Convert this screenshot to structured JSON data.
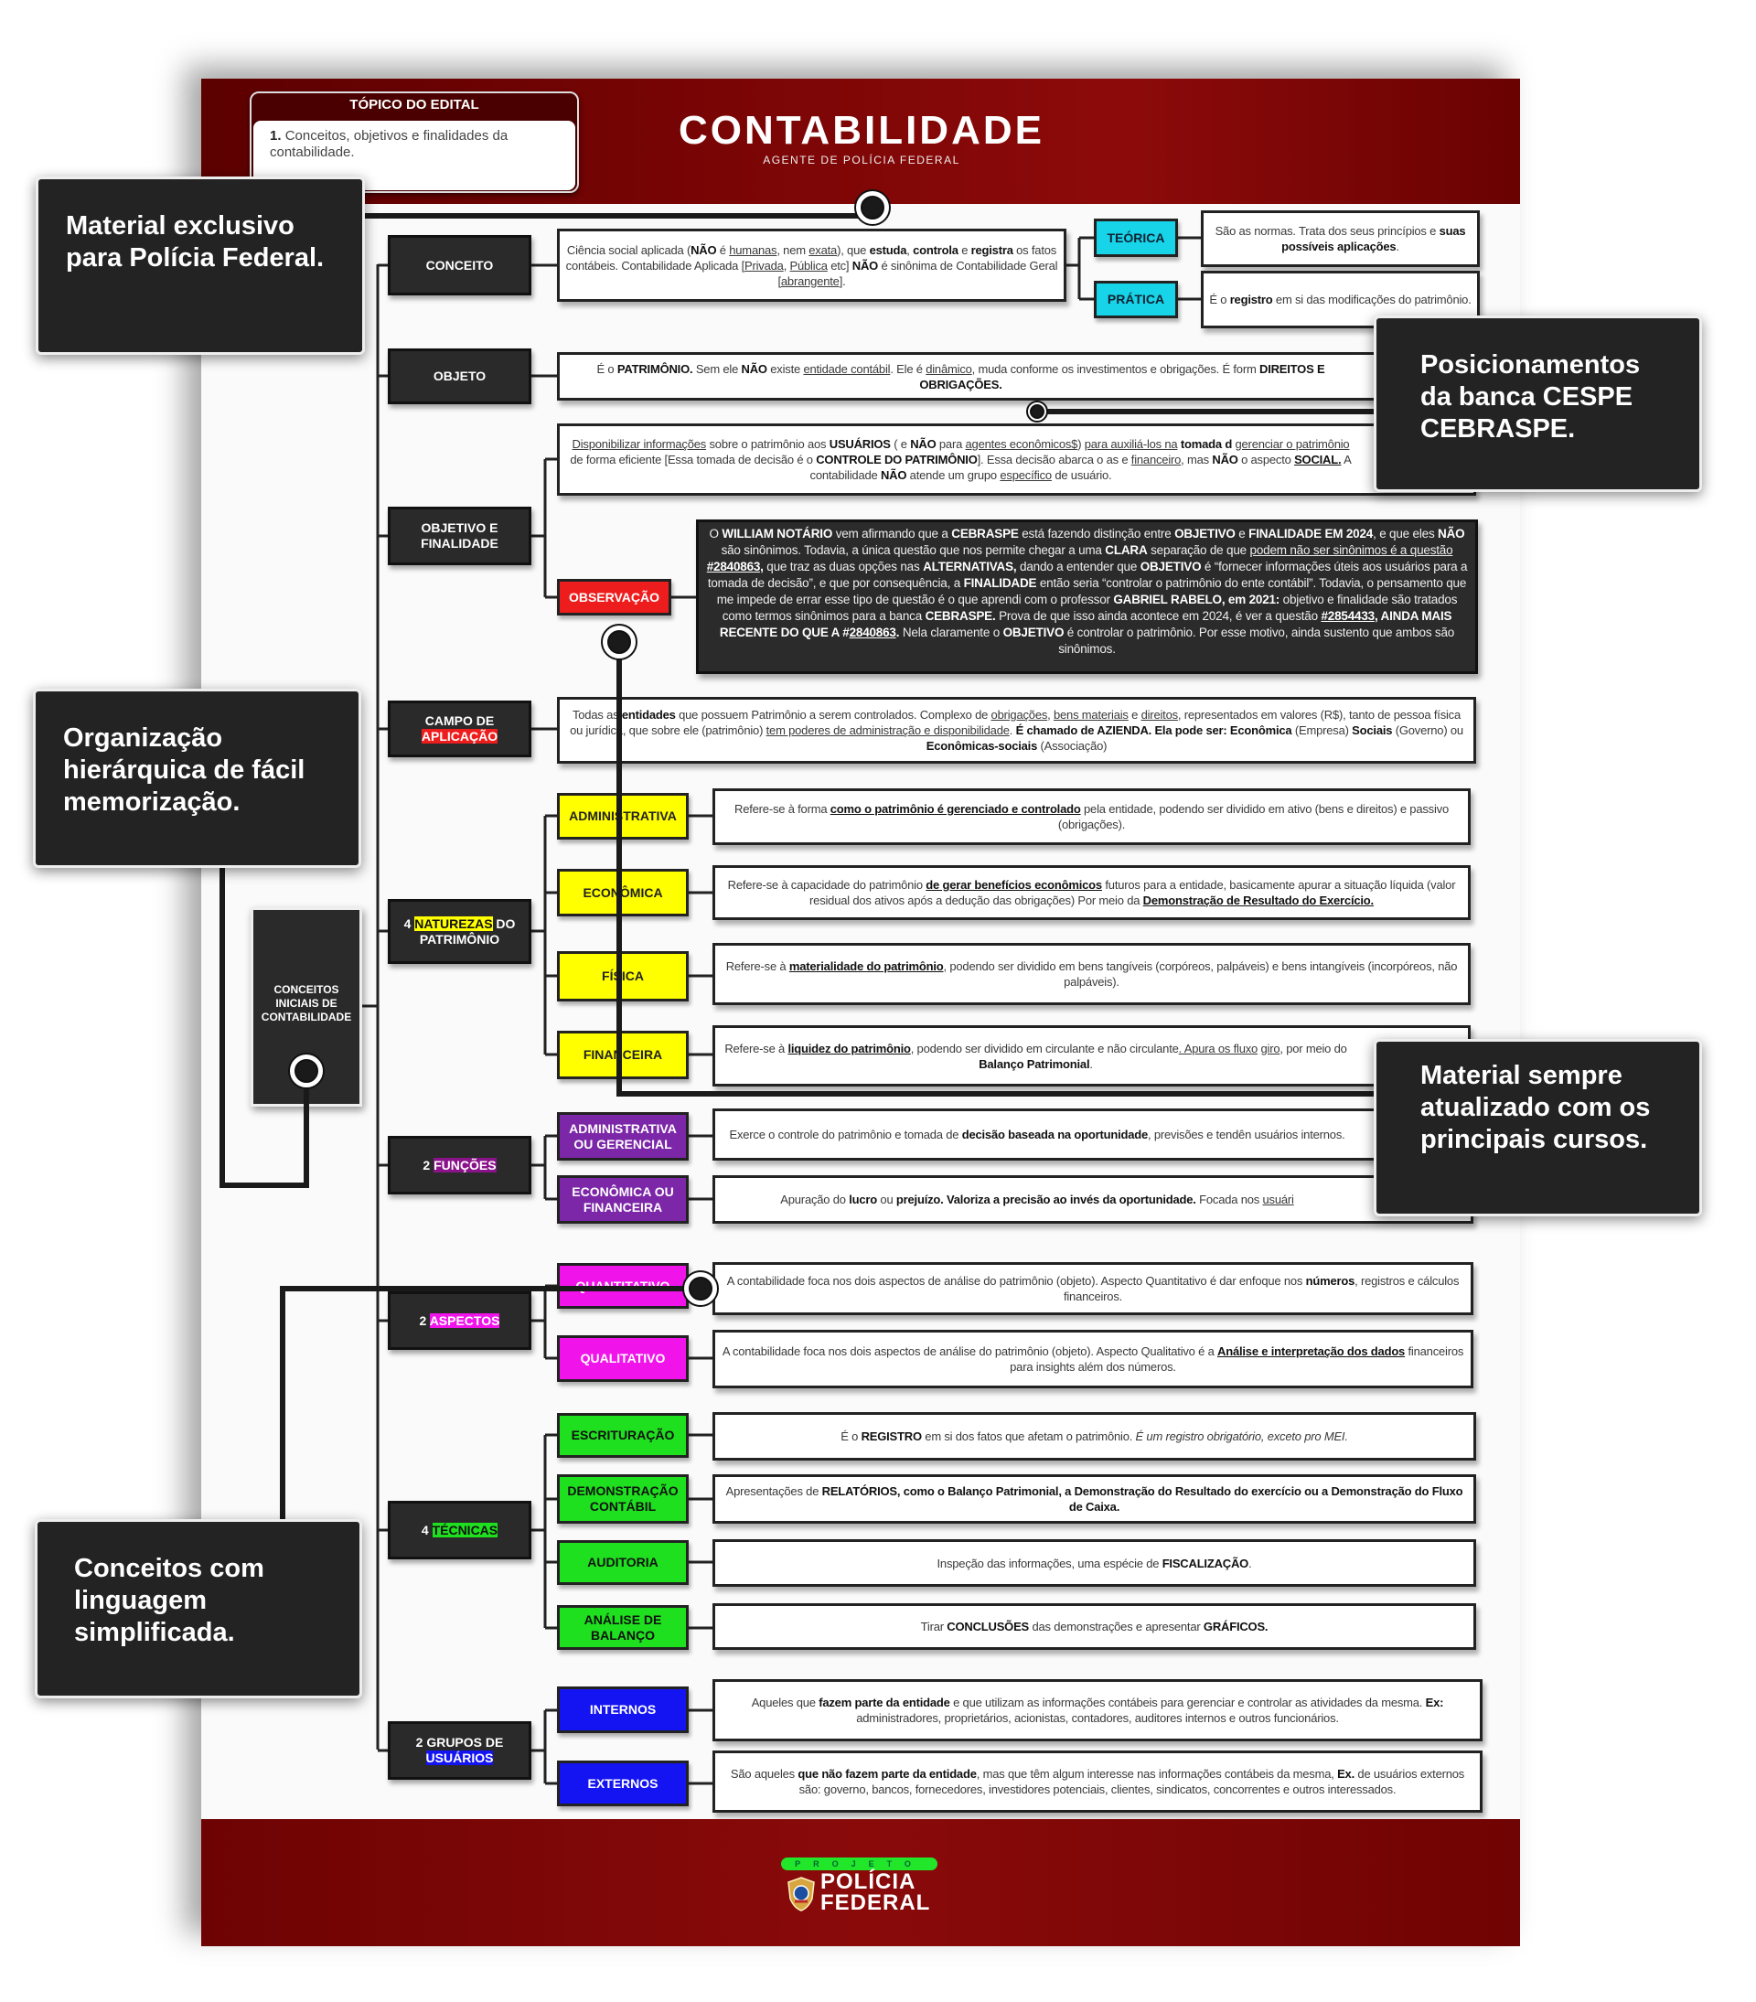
{
  "header": {
    "topic_title": "TÓPICO DO EDITAL",
    "topic_number": "1.",
    "topic_text": "Conceitos, objetivos e finalidades da contabilidade.",
    "title": "CONTABILIDADE",
    "subtitle": "AGENTE DE POLÍCIA FEDERAL"
  },
  "root": {
    "label": "CONCEITOS INICIAIS DE CONTABILIDADE"
  },
  "categories": {
    "conceito": [
      [
        "CONCEITO",
        ""
      ]
    ],
    "objeto": [
      [
        "OBJETO",
        ""
      ]
    ],
    "objetivo": [
      [
        "OBJETIVO E FINALIDADE",
        ""
      ]
    ],
    "campo": [
      [
        "CAMPO DE ",
        ""
      ],
      [
        "APLICAÇÃO",
        "hl-red"
      ]
    ],
    "naturezas": [
      [
        "4 ",
        ""
      ],
      [
        "NATUREZAS",
        "hl-yellow"
      ],
      [
        " DO PATRIMÔNIO",
        ""
      ]
    ],
    "funcoes": [
      [
        "2 ",
        ""
      ],
      [
        "FUNÇÕES",
        "hl-purple"
      ]
    ],
    "aspectos": [
      [
        "2 ",
        ""
      ],
      [
        "ASPECTOS",
        "hl-magenta"
      ]
    ],
    "tecnicas": [
      [
        "4 ",
        ""
      ],
      [
        "TÉCNICAS",
        "hl-green"
      ]
    ],
    "usuarios": [
      [
        "2 GRUPOS DE ",
        ""
      ],
      [
        "USUÁRIOS",
        "hl-blue"
      ]
    ]
  },
  "chips": {
    "teorica": "TEÓRICA",
    "pratica": "PRÁTICA",
    "observacao": "OBSERVAÇÃO",
    "nat_admin": "ADMINISTRATIVA",
    "nat_econ": "ECONÔMICA",
    "nat_fisica": "FÍSICA",
    "nat_fin": "FINANCEIRA",
    "fun_admin": "ADMINISTRATIVA OU GERENCIAL",
    "fun_econ": "ECONÔMICA OU FINANCEIRA",
    "asp_quant": "QUANTITATIVO",
    "asp_qual": "QUALITATIVO",
    "tec_escrit": "ESCRITURAÇÃO",
    "tec_demo": "DEMONSTRAÇÃO CONTÁBIL",
    "tec_audit": "AUDITORIA",
    "tec_analise": "ANÁLISE DE BALANÇO",
    "usu_int": "INTERNOS",
    "usu_ext": "EXTERNOS"
  },
  "desc": {
    "conceito": [
      [
        "Ciência social aplicada (",
        ""
      ],
      [
        "NÃO",
        "b"
      ],
      [
        " é ",
        ""
      ],
      [
        "humanas",
        "u"
      ],
      [
        ", nem ",
        ""
      ],
      [
        "exata",
        "u"
      ],
      [
        "), que ",
        ""
      ],
      [
        "estuda",
        "b"
      ],
      [
        ", ",
        ""
      ],
      [
        "controla",
        "b"
      ],
      [
        " e ",
        ""
      ],
      [
        "registra",
        "b"
      ],
      [
        " os fatos contábeis. Contabilidade Aplicada [",
        ""
      ],
      [
        "Privada",
        "u"
      ],
      [
        ", ",
        ""
      ],
      [
        "Pública",
        "u"
      ],
      [
        " etc] ",
        ""
      ],
      [
        "NÃO",
        "b"
      ],
      [
        " é sinônima de Contabilidade Geral [",
        ""
      ],
      [
        "abrangente",
        "u"
      ],
      [
        "].",
        ""
      ]
    ],
    "teorica": [
      [
        "São as normas. Trata dos seus princípios e ",
        ""
      ],
      [
        "suas possíveis aplicações",
        "b"
      ],
      [
        ".",
        ""
      ]
    ],
    "pratica": [
      [
        "É o ",
        ""
      ],
      [
        "registro",
        "b"
      ],
      [
        " em si das modificações do patrimônio.",
        ""
      ]
    ],
    "objeto": [
      [
        "É o ",
        ""
      ],
      [
        "PATRIMÔNIO.",
        "b"
      ],
      [
        " Sem ele ",
        ""
      ],
      [
        "NÃO",
        "b"
      ],
      [
        " existe ",
        ""
      ],
      [
        "entidade contábil",
        "u"
      ],
      [
        ". Ele é ",
        ""
      ],
      [
        "dinâmico",
        "u"
      ],
      [
        ", muda conforme os investimentos e obrigações. É form",
        ""
      ],
      [
        " DIREITOS E OBRIGAÇÕES.",
        "b"
      ]
    ],
    "objetivo": [
      [
        "Disponibilizar informações",
        "u"
      ],
      [
        " sobre o patrimônio aos ",
        ""
      ],
      [
        "USUÁRIOS",
        "b"
      ],
      [
        " ( e ",
        ""
      ],
      [
        "NÃO",
        "b"
      ],
      [
        " para ",
        ""
      ],
      [
        "agentes econômicos$",
        "u"
      ],
      [
        ") ",
        ""
      ],
      [
        "para auxiliá-los na",
        "u"
      ],
      [
        " ",
        ""
      ],
      [
        "tomada d",
        "b"
      ],
      [
        " ",
        ""
      ],
      [
        "gerenciar o patrimônio",
        "u"
      ],
      [
        " de forma eficiente [Essa tomada de decisão é o ",
        ""
      ],
      [
        "CONTROLE DO PATRIMÔNIO",
        "b"
      ],
      [
        "]. Essa decisão abarca o as",
        ""
      ],
      [
        " e ",
        ""
      ],
      [
        "financeiro",
        "u"
      ],
      [
        ", mas ",
        ""
      ],
      [
        "NÃO",
        "b"
      ],
      [
        " o aspecto ",
        ""
      ],
      [
        "SOCIAL.",
        "bu"
      ],
      [
        " A contabilidade ",
        ""
      ],
      [
        "NÃO",
        "b"
      ],
      [
        " atende um grupo ",
        ""
      ],
      [
        "específico",
        "u"
      ],
      [
        " de usuário.",
        ""
      ]
    ],
    "observacao": [
      [
        "O ",
        ""
      ],
      [
        "WILLIAM NOTÁRIO",
        "b"
      ],
      [
        " vem afirmando que a ",
        ""
      ],
      [
        "CEBRASPE",
        "b"
      ],
      [
        " está fazendo distinção entre ",
        ""
      ],
      [
        "OBJETIVO",
        "b"
      ],
      [
        " e ",
        ""
      ],
      [
        "FINALIDADE EM 2024",
        "b"
      ],
      [
        ", e que eles ",
        ""
      ],
      [
        "NÃO",
        "b"
      ],
      [
        " são sinônimos. Todavia, a única questão que nos permite chegar a uma ",
        ""
      ],
      [
        "CLARA",
        "b"
      ],
      [
        " separação de que ",
        ""
      ],
      [
        "podem não ser sinônimos é a questão",
        "u"
      ],
      [
        " ",
        ""
      ],
      [
        "#2840863,",
        "bu"
      ],
      [
        " que traz as duas opções nas ",
        ""
      ],
      [
        "ALTERNATIVAS,",
        "b"
      ],
      [
        " dando a entender que ",
        ""
      ],
      [
        "OBJETIVO",
        "b"
      ],
      [
        " é “fornecer informações úteis aos usuários para a tomada de decisão”, e que por consequência, a ",
        ""
      ],
      [
        "FINALIDADE",
        "b"
      ],
      [
        " então seria “controlar o patrimônio do ente contábil”. Todavia, o pensamento que me impede de errar esse tipo de questão é o que aprendi com o professor ",
        ""
      ],
      [
        "GABRIEL RABELO, em 2021:",
        "b"
      ],
      [
        " objetivo e finalidade são tratados como termos sinônimos para a banca ",
        ""
      ],
      [
        "CEBRASPE.",
        "b"
      ],
      [
        " Prova de que isso ainda acontece em 2024, é ver a questão ",
        ""
      ],
      [
        "#2854433",
        "bu"
      ],
      [
        ", AINDA MAIS RECENTE DO QUE A #",
        "b"
      ],
      [
        "2840863",
        "bu"
      ],
      [
        ".",
        "b"
      ],
      [
        " Nela claramente o ",
        ""
      ],
      [
        "OBJETIVO",
        "b"
      ],
      [
        " é controlar o patrimônio. Por esse motivo, ainda sustento que ambos são sinônimos.",
        ""
      ]
    ],
    "campo": [
      [
        "Todas as ",
        ""
      ],
      [
        "entidades",
        "b"
      ],
      [
        " que possuem Patrimônio a serem controlados. Complexo de ",
        ""
      ],
      [
        "obrigações",
        "u"
      ],
      [
        ", ",
        ""
      ],
      [
        "bens materiais",
        "u"
      ],
      [
        " e ",
        ""
      ],
      [
        "direitos",
        "u"
      ],
      [
        ", representados em valores (R$), tanto de pessoa física ou jurídica, que sobre ele (patrimônio) ",
        ""
      ],
      [
        "tem poderes de administração e disponibilidade",
        "u"
      ],
      [
        ". ",
        ""
      ],
      [
        "É chamado de AZIENDA. Ela pode ser: Econômica",
        "b"
      ],
      [
        " (Empresa) ",
        ""
      ],
      [
        "Sociais",
        "b"
      ],
      [
        " (Governo) ou ",
        ""
      ],
      [
        "Econômicas-sociais",
        "b"
      ],
      [
        " (Associação)",
        ""
      ]
    ],
    "nat_admin": [
      [
        "Refere-se à forma ",
        ""
      ],
      [
        "como o patrimônio é gerenciado e controlado",
        "bu"
      ],
      [
        " pela entidade, podendo ser dividido em ativo (bens e direitos) e passivo (obrigações).",
        ""
      ]
    ],
    "nat_econ": [
      [
        "Refere-se à capacidade do patrimônio ",
        ""
      ],
      [
        "de gerar benefícios econômicos",
        "bu"
      ],
      [
        " futuros para a entidade, basicamente apurar a situação líquida (valor residual dos ativos após a dedução das obrigações) Por meio da ",
        ""
      ],
      [
        "Demonstração de Resultado do Exercício.",
        "bu"
      ]
    ],
    "nat_fisica": [
      [
        "Refere-se à ",
        ""
      ],
      [
        "materialidade do patrimônio",
        "bu"
      ],
      [
        ", podendo ser dividido em bens tangíveis (corpóreos, palpáveis) e bens intangíveis (incorpóreos, não palpáveis).",
        ""
      ]
    ],
    "nat_fin": [
      [
        "Refere-se à ",
        ""
      ],
      [
        "liquidez do patrimônio",
        "bu"
      ],
      [
        ", podendo ser dividido em circulante e não circulante",
        ""
      ],
      [
        ". Apura os fluxo",
        "u"
      ],
      [
        " ",
        ""
      ],
      [
        "giro",
        "u"
      ],
      [
        ", por meio do ",
        ""
      ],
      [
        "Balanço Patrimonial",
        "b"
      ],
      [
        ".",
        ""
      ]
    ],
    "fun_admin": [
      [
        "Exerce o controle do patrimônio e tomada de ",
        ""
      ],
      [
        "decisão baseada na oportunidade",
        "b"
      ],
      [
        ", previsões e tendên",
        ""
      ],
      [
        " usuários internos.",
        ""
      ]
    ],
    "fun_econ": [
      [
        "Apuração do ",
        ""
      ],
      [
        "lucro",
        "b"
      ],
      [
        " ou ",
        ""
      ],
      [
        "prejuízo. Valoriza a precisão ao invés da oportunidade.",
        "b"
      ],
      [
        " Focada nos ",
        ""
      ],
      [
        "usuári",
        "u"
      ]
    ],
    "asp_quant": [
      [
        "A contabilidade foca nos dois aspectos de análise do patrimônio (objeto). Aspecto Quantitativo é dar enfoque nos ",
        ""
      ],
      [
        "números",
        "b"
      ],
      [
        ", registros e cálculos financeiros.",
        ""
      ]
    ],
    "asp_qual": [
      [
        "A contabilidade foca nos dois aspectos de análise do patrimônio (objeto). Aspecto Qualitativo é a ",
        ""
      ],
      [
        "Análise e interpretação dos dados",
        "bu"
      ],
      [
        " financeiros para insights além dos números.",
        ""
      ]
    ],
    "tec_escrit": [
      [
        "É o ",
        ""
      ],
      [
        "REGISTRO",
        "b"
      ],
      [
        " em si dos fatos que afetam o patrimônio. ",
        ""
      ],
      [
        "É um registro obrigatório, exceto pro MEI.",
        "i"
      ]
    ],
    "tec_demo": [
      [
        "Apresentações de ",
        ""
      ],
      [
        "RELATÓRIOS, como o Balanço Patrimonial, a Demonstração do Resultado do exercício ou a Demonstração do Fluxo de Caixa.",
        "b"
      ]
    ],
    "tec_audit": [
      [
        "Inspeção das informações, uma espécie de ",
        ""
      ],
      [
        "FISCALIZAÇÃO",
        "b"
      ],
      [
        ".",
        ""
      ]
    ],
    "tec_analise": [
      [
        "Tirar ",
        ""
      ],
      [
        "CONCLUSÕES",
        "b"
      ],
      [
        " das demonstrações e apresentar ",
        ""
      ],
      [
        "GRÁFICOS.",
        "b"
      ]
    ],
    "usu_int": [
      [
        "Aqueles que ",
        ""
      ],
      [
        "fazem parte da entidade",
        "b"
      ],
      [
        " e que utilizam as informações contábeis para gerenciar e controlar as atividades da mesma. ",
        ""
      ],
      [
        "Ex:",
        "b"
      ],
      [
        " administradores, proprietários, acionistas, contadores, auditores internos e outros funcionários.",
        ""
      ]
    ],
    "usu_ext": [
      [
        "São aqueles ",
        ""
      ],
      [
        "que não fazem parte da entidade",
        "b"
      ],
      [
        ", mas que têm algum interesse nas informações contábeis da mesma, ",
        ""
      ],
      [
        "Ex.",
        "b"
      ],
      [
        " de usuários externos são: governo, bancos, fornecedores, investidores potenciais, clientes, sindicatos, concorrentes e outros interessados.",
        ""
      ]
    ]
  },
  "callouts": {
    "exclusivo": "Material exclusivo para Polícia Federal.",
    "cespe": "Posicionamentos da banca CESPE CEBRASPE.",
    "organizacao": "Organização hierárquica de fácil memorização.",
    "atualizado": "Material sempre atualizado com os principais cursos.",
    "linguagem": "Conceitos com linguagem simplificada."
  },
  "footer": {
    "projeto": "PROJETO",
    "logo_line1": "POLÍCIA",
    "logo_line2": "FEDERAL"
  },
  "colors": {
    "header_red": "#7a0505",
    "cyan": "#17d4e8",
    "red": "#ee1d1d",
    "yellow": "#ffff00",
    "purple": "#7c27a8",
    "magenta": "#f014ea",
    "green": "#1fe01f",
    "blue": "#1414f2",
    "dark": "#2a2a2a"
  }
}
